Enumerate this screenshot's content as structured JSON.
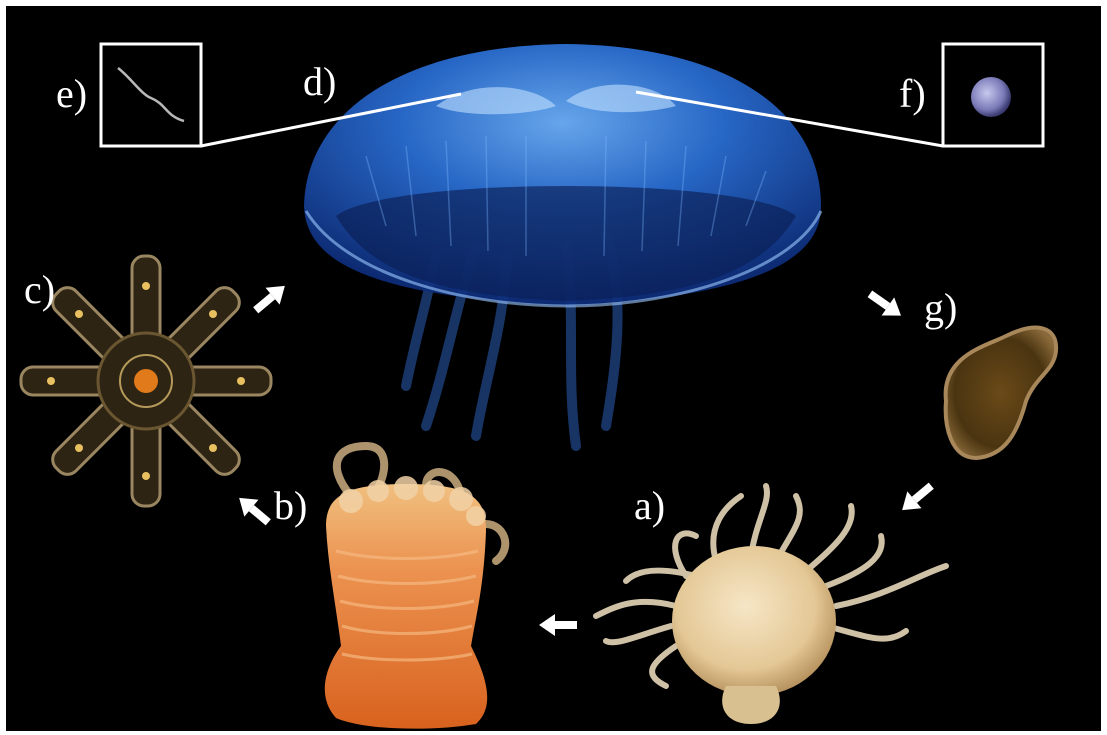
{
  "labels": {
    "a": "a)",
    "b": "b)",
    "c": "c)",
    "d": "d)",
    "e": "e)",
    "f": "f)",
    "g": "g)"
  },
  "colors": {
    "background": "#000000",
    "medusa": "#2a6fd6",
    "ephyra": "#c9902a",
    "polyp": "#e8d2a8",
    "strobila": "#e07a30",
    "planula": "#8a6426",
    "annotation": "#ffffff"
  },
  "icons": [
    "arrow-icon",
    "inset-box"
  ]
}
